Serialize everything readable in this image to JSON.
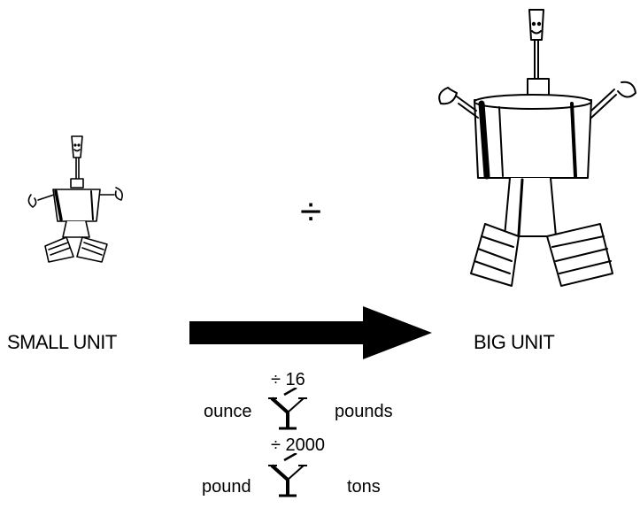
{
  "diagram": {
    "left_label": "SMALL UNIT",
    "right_label": "BIG UNIT",
    "operation_symbol": "÷",
    "left_icon": "small-robot",
    "right_icon": "big-robot",
    "arrow_icon": "right-arrow"
  },
  "conversions": [
    {
      "from": "ounce",
      "op": "÷ 16",
      "to": "pounds"
    },
    {
      "from": "pound",
      "op": "÷ 2000",
      "to": "tons"
    }
  ]
}
